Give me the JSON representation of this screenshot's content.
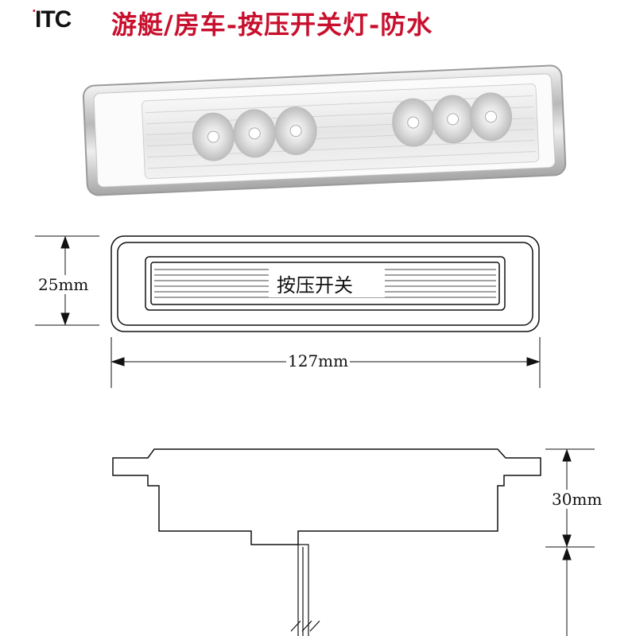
{
  "header": {
    "logo_text": "ITC",
    "title": "游艇/房车-按压开关灯-防水"
  },
  "diagram": {
    "switch_label": "按压开关",
    "height_label": "25mm",
    "width_label": "127mm",
    "depth_label": "30mm"
  },
  "colors": {
    "title_red": "#c8102e",
    "line": "#111111",
    "chrome": "#c9c9c9"
  }
}
